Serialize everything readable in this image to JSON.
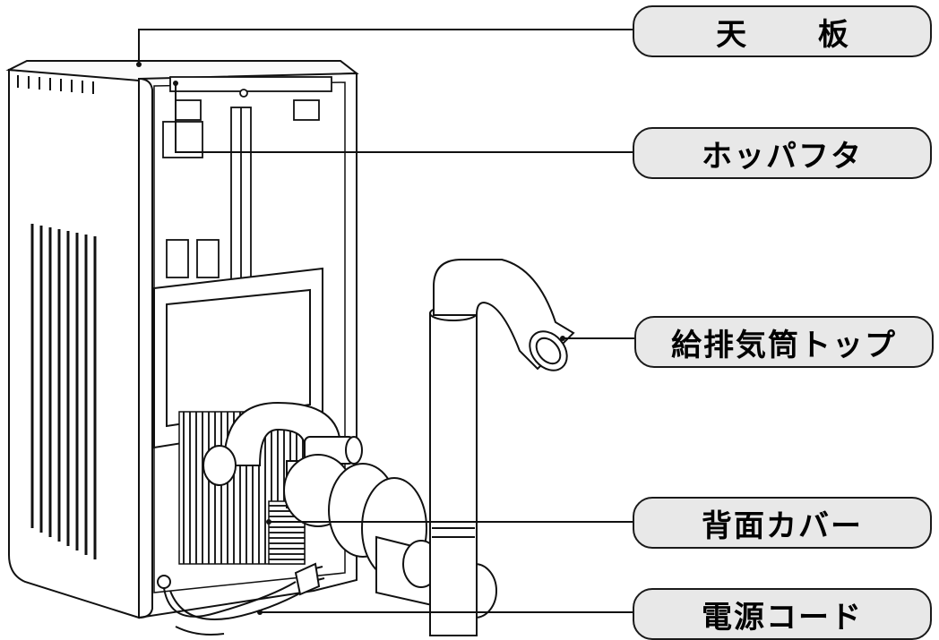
{
  "labels": {
    "top_plate": "天 板",
    "hopper_lid": "ホッパフタ",
    "exhaust_top": "給排気筒トップ",
    "back_cover": "背面カバー",
    "power_cord": "電源コード"
  },
  "colors": {
    "label_fill": "#e8e8e8",
    "line": "#1a1a1a"
  }
}
